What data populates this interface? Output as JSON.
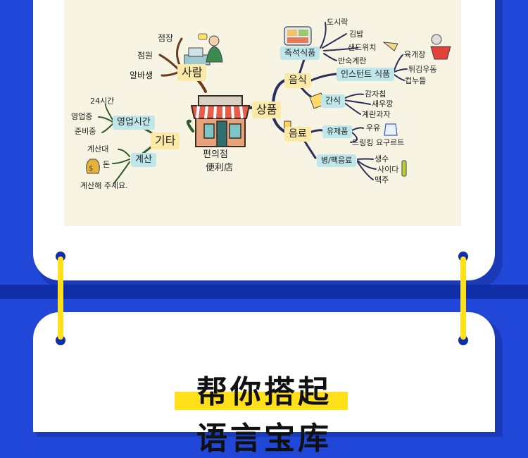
{
  "mindmap": {
    "center_ko": "편의점",
    "center_zh": "便利店",
    "people": {
      "label": "사람",
      "items": [
        "점장",
        "점원",
        "알바생"
      ]
    },
    "goods": {
      "label": "상품"
    },
    "food": {
      "label": "음식"
    },
    "instant": {
      "label": "즉석식품",
      "items": [
        "도시락",
        "김밥",
        "샌드위치",
        "반숙계란"
      ]
    },
    "instant_food": {
      "label": "인스턴트 식품",
      "items": [
        "육개장",
        "튀김우동",
        "컵누들"
      ]
    },
    "snack": {
      "label": "간식",
      "items": [
        "감자칩",
        "새우깡",
        "계란과자"
      ]
    },
    "drink": {
      "label": "음료"
    },
    "dairy": {
      "label": "유제품",
      "items": [
        "우유",
        "드링킹 요구르트"
      ]
    },
    "bottle": {
      "label": "병/팩음료",
      "items": [
        "생수",
        "사이다",
        "맥주"
      ]
    },
    "other": {
      "label": "기타"
    },
    "hours": {
      "label": "영업시간",
      "items": [
        "24시간",
        "영업중",
        "준비중"
      ]
    },
    "pay": {
      "label": "계산",
      "items": [
        "계산대",
        "돈",
        "계산해 주세요."
      ]
    }
  },
  "heading": {
    "line1": "帮你搭起",
    "line2": "语言宝库"
  },
  "colors": {
    "accent_blue": "#2147d8",
    "yellow": "#ffe01a",
    "node_yellow": "#fbe9a8",
    "node_cyan": "#bfe6ea",
    "branch": "#2a2f5a",
    "branch_brown": "#6b3b1e",
    "branch_green": "#2e5a2a"
  }
}
